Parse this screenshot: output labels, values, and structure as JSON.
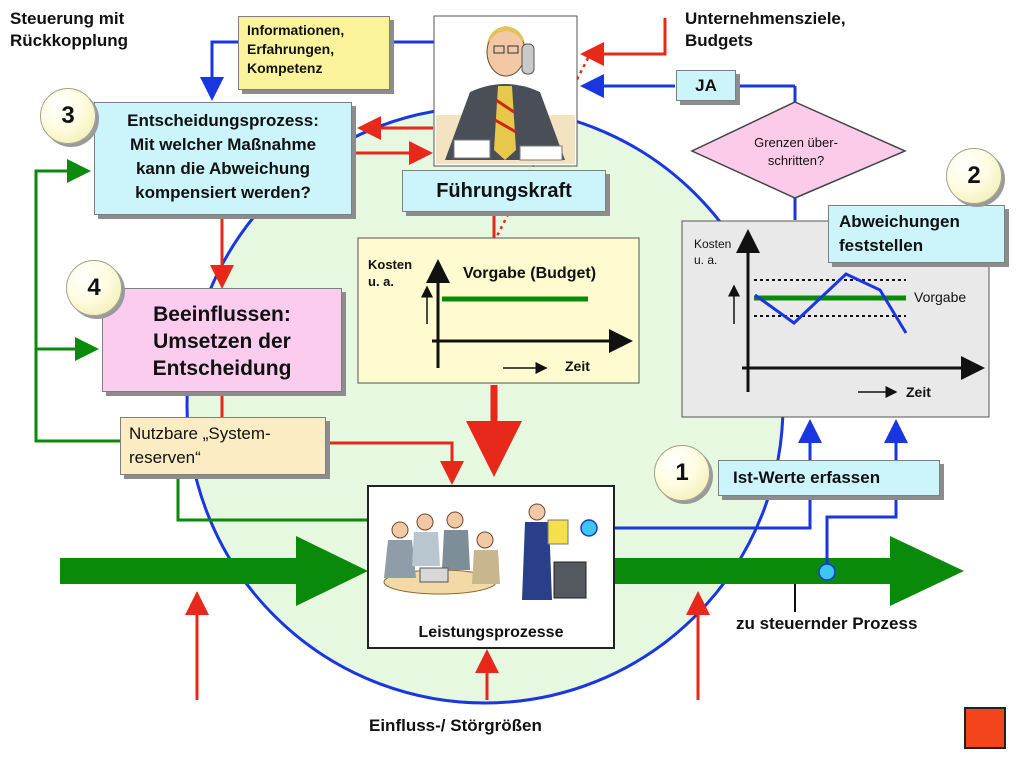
{
  "title_feedback": "Steuerung mit\nRückkopplung",
  "goals_label": "Unternehmensziele,\nBudgets",
  "info_box": "Informationen,\nErfahrungen,\nKompetenz",
  "ja_label": "JA",
  "decision_label": "Grenzen über-\nschritten?",
  "step3": {
    "number": "3",
    "text": "Entscheidungsprozess:\nMit welcher Maßnahme\nkann die Abweichung\nkompensiert werden?"
  },
  "step4": {
    "number": "4",
    "text": "Beeinflussen:\nUmsetzen der\nEntscheidung"
  },
  "step2": {
    "number": "2",
    "text": "Abweichungen\nfeststellen"
  },
  "step1": {
    "number": "1",
    "text": "Ist-Werte erfassen"
  },
  "manager_label": "Führungskraft",
  "reserve_box": "Nutzbare „System-\nreserven“",
  "budget_chart": {
    "ylabel": "Kosten\nu. a.",
    "title": "Vorgabe (Budget)",
    "xlabel": "Zeit"
  },
  "deviation_chart": {
    "ylabel": "Kosten\nu. a.",
    "target_label": "Vorgabe",
    "xlabel": "Zeit"
  },
  "process_box_label": "Leistungsprozesse",
  "controlled_process": "zu steuernder Prozess",
  "disturbances": "Einfluss-/ Störgrößen",
  "colors": {
    "green": "#0a8a0a",
    "red": "#e8281a",
    "blue": "#1a36e0"
  }
}
